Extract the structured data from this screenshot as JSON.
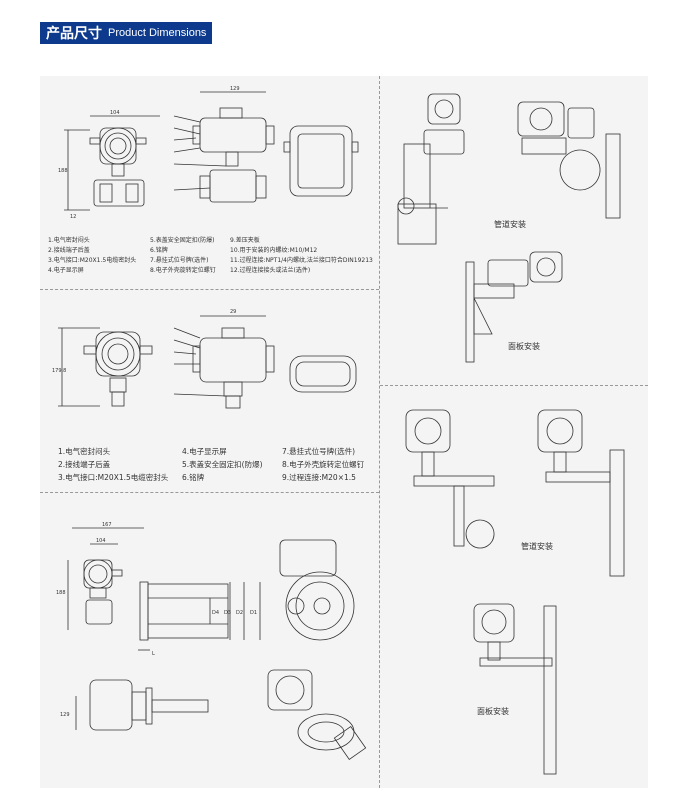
{
  "header": {
    "title_zh": "产品尺寸",
    "title_en": "Product Dimensions"
  },
  "diagram1": {
    "dims": {
      "width_top": "129",
      "width_left": "104",
      "height_left": "188",
      "small": "12"
    },
    "legend_cols": [
      [
        "1.电气密封闷头",
        "2.接线端子后盖",
        "3.电气接口:M20X1.5电缆密封头",
        "4.电子显示屏"
      ],
      [
        "5.表盖安全固定扣(防爆)",
        "6.铭牌",
        "7.悬挂式位号牌(选件)",
        "8.电子外壳旋转定位螺钉"
      ],
      [
        "9.差压夹板",
        "10.用于安装的内螺纹:M10/M12",
        "11.过程连接:NPT1/4内螺纹,法兰接口符合DIN19213",
        "12.过程连接接头或法兰(选件)"
      ]
    ]
  },
  "diagram2": {
    "dims": {
      "width_top": "29",
      "height_left": "179.8"
    },
    "legend_cols": [
      [
        "1.电气密封闷头",
        "2.接线端子后盖",
        "3.电气接口:M20X1.5电缆密封头"
      ],
      [
        "4.电子显示屏",
        "5.表盖安全固定扣(防爆)",
        "6.铭牌"
      ],
      [
        "7.悬挂式位号牌(选件)",
        "8.电子外壳旋转定位螺钉",
        "9.过程连接:M20×1.5"
      ]
    ]
  },
  "diagram3": {
    "dims": {
      "w1": "167",
      "w2": "104",
      "h1": "188",
      "h2": "129",
      "d4": "D4",
      "d3": "D3",
      "d2": "D2",
      "d1": "D1",
      "t": "L"
    }
  },
  "mounting": {
    "pipe_install_1": "管道安装",
    "panel_install_1": "面板安装",
    "pipe_install_2": "管道安装",
    "panel_install_2": "面板安装"
  }
}
